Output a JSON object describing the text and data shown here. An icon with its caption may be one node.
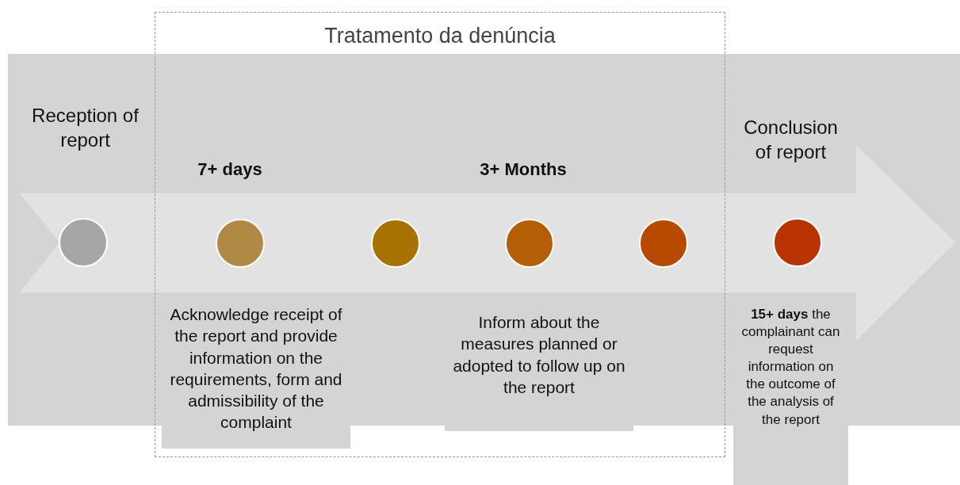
{
  "diagram": {
    "nodes": [
      {
        "text": [
          "Tratamento da denúncia"
        ]
      },
      {
        "text": [],
        "shape": "circle"
      },
      {
        "text": [],
        "shape": "circle",
        "in": 0
      },
      {
        "text": [],
        "shape": "circle",
        "in": 0
      },
      {
        "text": [],
        "shape": "circle",
        "in": 0
      },
      {
        "text": [],
        "shape": "circle",
        "in": 0
      },
      {
        "text": [],
        "shape": "circle"
      },
      {
        "text": [
          "Acknowledge receipt of the report and provide information on the requirements, form and admissibility of the complaint"
        ],
        "in": 0
      },
      {
        "text": [
          "Inform about the measures planned or adopted to follow up on the report"
        ],
        "in": 0
      },
      {
        "text": [
          "**15+ days** the complainant can request information on the outcome of the analysis of the report"
        ]
      }
    ],
    "labels": [
      "Reception of report",
      "7+ days",
      "3+ Months",
      "Conclusion of report"
    ]
  }
}
